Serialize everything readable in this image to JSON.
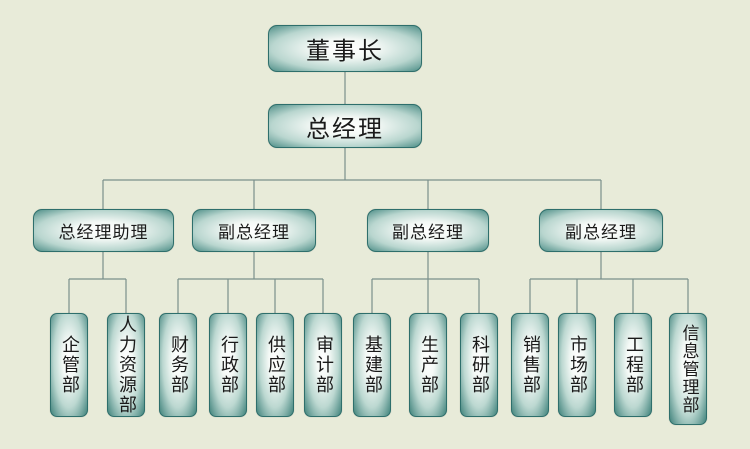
{
  "org_chart": {
    "chairman": "董事长",
    "general_manager": "总经理",
    "managers": [
      {
        "title": "总经理助理",
        "departments": [
          "企管部",
          "人力资源部"
        ]
      },
      {
        "title": "副总经理",
        "departments": [
          "财务部",
          "行政部",
          "供应部",
          "审计部"
        ]
      },
      {
        "title": "副总经理",
        "departments": [
          "基建部",
          "生产部",
          "科研部"
        ]
      },
      {
        "title": "副总经理",
        "departments": [
          "销售部",
          "市场部",
          "工程部",
          "信息管理部"
        ]
      }
    ]
  },
  "colors": {
    "background": "#e8ebd9",
    "box_edge": "#2e6f6c",
    "connector": "#7a8f8c"
  }
}
